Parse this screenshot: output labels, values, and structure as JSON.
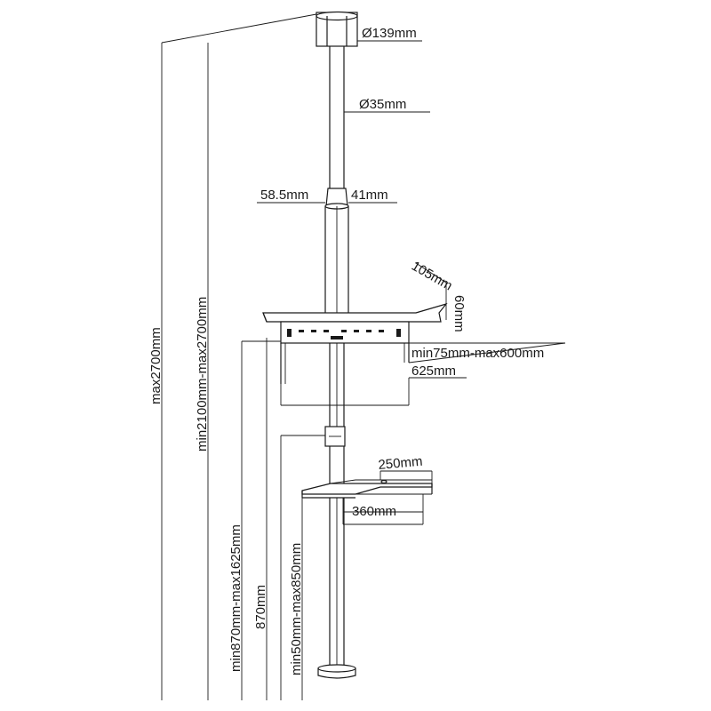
{
  "dimensions": {
    "base_diameter": "Ø139mm",
    "pole_diameter": "Ø35mm",
    "outer_tube": "58.5mm",
    "inner_tube": "41mm",
    "shelf_depth": "105mm",
    "bracket_height": "60mm",
    "vesa_range": "min75mm-max600mm",
    "bracket_width": "625mm",
    "shelf2_depth": "250mm",
    "shelf2_width": "360mm",
    "total_max_height": "max2700mm",
    "pole_range": "min2100mm-max2700mm",
    "bracket_range": "min870mm-max1625mm",
    "fixed_870": "870mm",
    "shelf_range": "min50mm-max850mm"
  }
}
